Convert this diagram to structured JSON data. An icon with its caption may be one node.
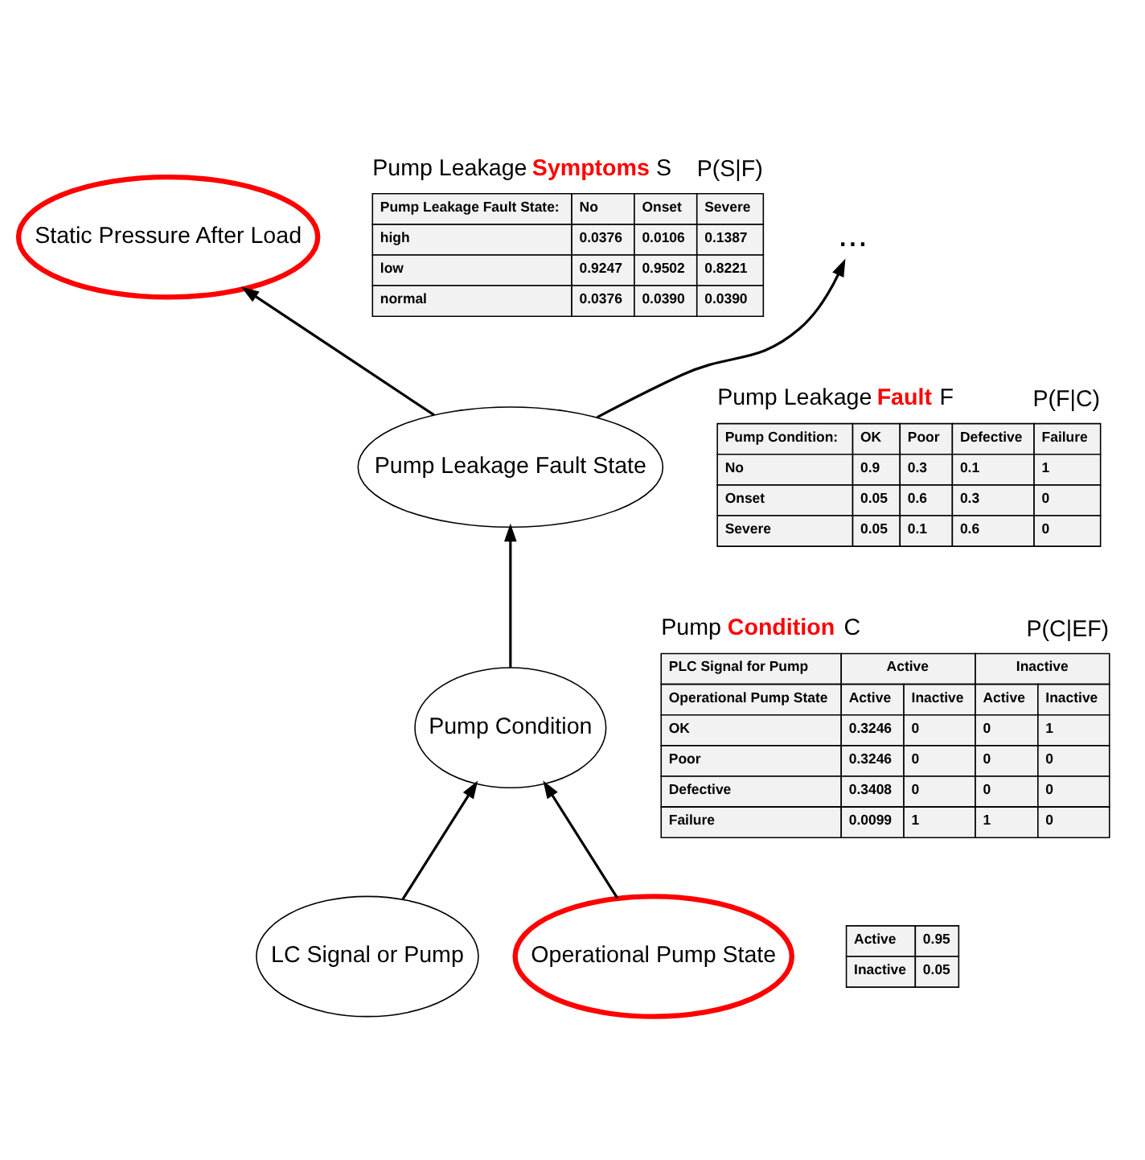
{
  "diagram": {
    "nodes": [
      {
        "text": [
          "Static Pressure After Load"
        ]
      },
      {
        "text": [
          "..."
        ]
      },
      {
        "text": [
          "Pump Leakage Fault State"
        ]
      },
      {
        "text": [
          "Pump Condition"
        ]
      },
      {
        "text": [
          "LC Signal or Pump"
        ]
      },
      {
        "text": [
          "Operational Pump State"
        ]
      }
    ],
    "edges": [
      {
        "from": 2,
        "to": 1,
        "arrow": "to"
      },
      {
        "from": 2,
        "to": 0,
        "arrow": "to"
      },
      {
        "from": 3,
        "to": 2,
        "arrow": "to"
      },
      {
        "from": 4,
        "to": 3,
        "arrow": "to"
      },
      {
        "from": 5,
        "to": 3,
        "arrow": "to"
      }
    ],
    "labels": [
      "Pump Leakage **Symptoms** S",
      "P(S|F)",
      "Pump Leakage Fault State:",
      "No",
      "Onset",
      "Severe",
      "high",
      "0.0376",
      "0.0106",
      "0.1387",
      "low",
      "0.9247",
      "0.9502",
      "0.8221",
      "normal",
      "0.0376",
      "0.0390",
      "0.0390",
      "Pump Leakage **Fault** F",
      "P(F|C)",
      "Pump Condition:",
      "OK",
      "Poor",
      "Defective",
      "Failure",
      "No",
      "0.9",
      "0.3",
      "0.1",
      "1",
      "Onset",
      "0.05",
      "0.6",
      "0.3",
      "0",
      "Severe",
      "0.05",
      "0.1",
      "0.6",
      "0",
      "Pump **Condition** C",
      "P(C|EF)",
      "PLC Signal for Pump",
      "Active",
      "Inactive",
      "Operational Pump State",
      "Active",
      "Inactive",
      "Active",
      "Inactive",
      "OK",
      "0.3246",
      "0",
      "0",
      "1",
      "Poor",
      "0.3246",
      "0",
      "0",
      "0",
      "Defective",
      "0.3408",
      "0",
      "0",
      "0",
      "Failure",
      "0.0099",
      "1",
      "1",
      "0",
      "Active",
      "0.95",
      "Inactive",
      "0.05"
    ]
  }
}
